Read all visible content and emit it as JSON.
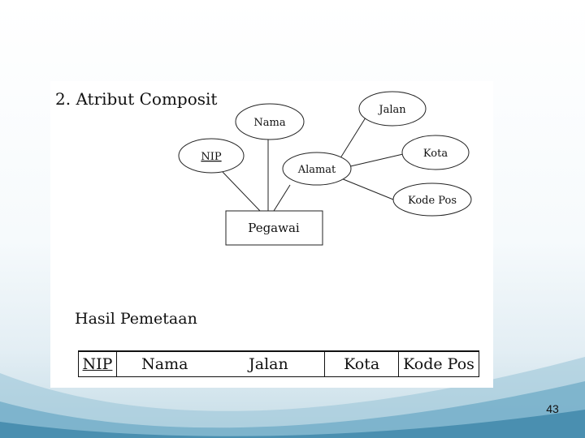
{
  "slide": {
    "section_title": "2. Atribut Composit",
    "result_title": "Hasil Pemetaan",
    "page_number": "43"
  },
  "diagram": {
    "entity": "Pegawai",
    "attributes": {
      "nip": "NIP",
      "nama": "Nama",
      "alamat": "Alamat",
      "jalan": "Jalan",
      "kota": "Kota",
      "kode_pos": "Kode Pos"
    }
  },
  "mapping_table": {
    "columns": [
      "NIP",
      "Nama",
      "Jalan",
      "Kota",
      "Kode Pos"
    ]
  },
  "colors": {
    "wave_dark": "#4a8fb0",
    "wave_light": "#9cc7d8"
  }
}
